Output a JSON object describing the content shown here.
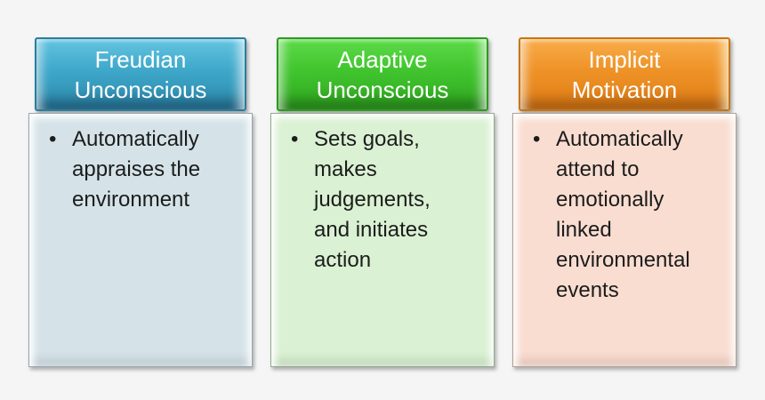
{
  "diagram": {
    "type": "three-column-box-list",
    "background_color": "#f5f5f6",
    "bullet_glyph": "•",
    "text_color": "#1c1c1c",
    "header_text_color": "#ffffff",
    "cards": [
      {
        "id": "freudian-unconscious",
        "title": "Freudian\nUnconscious",
        "bullet": "Automatically appraises the environment",
        "header_color": "#3ea7ca",
        "body_color": "#d5e3e8"
      },
      {
        "id": "adaptive-unconscious",
        "title": "Adaptive\nUnconscious",
        "bullet": "Sets goals, makes judgements, and initiates action",
        "header_color": "#41c42e",
        "body_color": "#daf1d3"
      },
      {
        "id": "implicit-motivation",
        "title": "Implicit\nMotivation",
        "bullet": "Automatically attend to emotionally linked environmental events",
        "header_color": "#ee9227",
        "body_color": "#f9ddd1"
      }
    ]
  }
}
